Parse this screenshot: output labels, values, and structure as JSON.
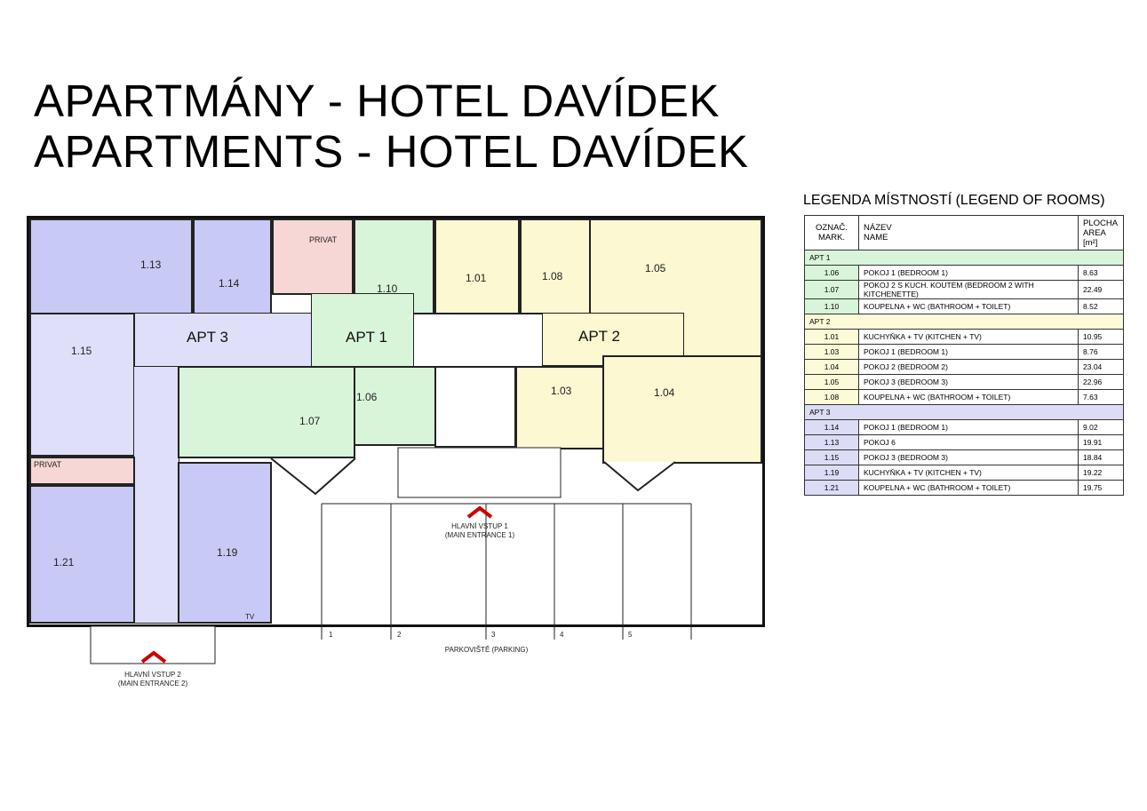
{
  "title": {
    "line1": "APARTMÁNY - HOTEL DAVÍDEK",
    "line2": "APARTMENTS - HOTEL DAVÍDEK"
  },
  "colors": {
    "apt1": "#d9f5d9",
    "apt2": "#fbf8d2",
    "apt3": "#c9c9f5",
    "apt3_light": "#dfdff9",
    "privat": "#f7d6d6"
  },
  "plan": {
    "rooms": {
      "r113": "1.13",
      "r114": "1.14",
      "r110": "1.10",
      "r101": "1.01",
      "r108": "1.08",
      "r105": "1.05",
      "r115": "1.15",
      "r107": "1.07",
      "r106": "1.06",
      "r103": "1.03",
      "r104": "1.04",
      "r119": "1.19",
      "r121": "1.21"
    },
    "privat": "PRIVAT",
    "apartments": {
      "apt3": "APT 3",
      "apt1": "APT 1",
      "apt2": "APT 2"
    },
    "tv": "TV",
    "entrance1": {
      "cz": "HLAVNÍ VSTUP 1",
      "en": "(MAIN ENTRANCE 1)"
    },
    "entrance2": {
      "cz": "HLAVNÍ VSTUP 2",
      "en": "(MAIN ENTRANCE 2)"
    },
    "parking": {
      "label": "PARKOVIŠTĚ (PARKING)",
      "spots": [
        "1",
        "2",
        "3",
        "4",
        "5"
      ]
    }
  },
  "legend": {
    "title": "LEGENDA MÍSTNOSTÍ (LEGEND OF ROOMS)",
    "headers": {
      "mark": "OZNAČ.",
      "mark_en": "MARK.",
      "name": "NÁZEV",
      "name_en": "NAME",
      "area": "PLOCHA",
      "area_en": "AREA [m²]"
    },
    "sections": [
      {
        "label": "APT 1",
        "rows": [
          {
            "mark": "1.06",
            "name": "POKOJ 1 (BEDROOM 1)",
            "area": "8.63"
          },
          {
            "mark": "1.07",
            "name": "POKOJ 2 S KUCH. KOUTEM (BEDROOM 2 WITH KITCHENETTE)",
            "area": "22.49"
          },
          {
            "mark": "1.10",
            "name": "KOUPELNA + WC (BATHROOM + TOILET)",
            "area": "8.52"
          }
        ]
      },
      {
        "label": "APT 2",
        "rows": [
          {
            "mark": "1.01",
            "name": "KUCHYŇKA + TV (KITCHEN + TV)",
            "area": "10.95"
          },
          {
            "mark": "1.03",
            "name": "POKOJ 1 (BEDROOM 1)",
            "area": "8.76"
          },
          {
            "mark": "1.04",
            "name": "POKOJ 2 (BEDROOM 2)",
            "area": "23.04"
          },
          {
            "mark": "1.05",
            "name": "POKOJ 3 (BEDROOM 3)",
            "area": "22.96"
          },
          {
            "mark": "1.08",
            "name": "KOUPELNA + WC (BATHROOM + TOILET)",
            "area": "7.63"
          }
        ]
      },
      {
        "label": "APT 3",
        "rows": [
          {
            "mark": "1.14",
            "name": "POKOJ 1 (BEDROOM 1)",
            "area": "9.02"
          },
          {
            "mark": "1.13",
            "name": "POKOJ 6",
            "area": "19.91"
          },
          {
            "mark": "1.15",
            "name": "POKOJ 3 (BEDROOM 3)",
            "area": "18.84"
          },
          {
            "mark": "1.19",
            "name": "KUCHYŇKA + TV (KITCHEN + TV)",
            "area": "19.22"
          },
          {
            "mark": "1.21",
            "name": "KOUPELNA + WC (BATHROOM + TOILET)",
            "area": "19.75"
          }
        ]
      }
    ]
  }
}
